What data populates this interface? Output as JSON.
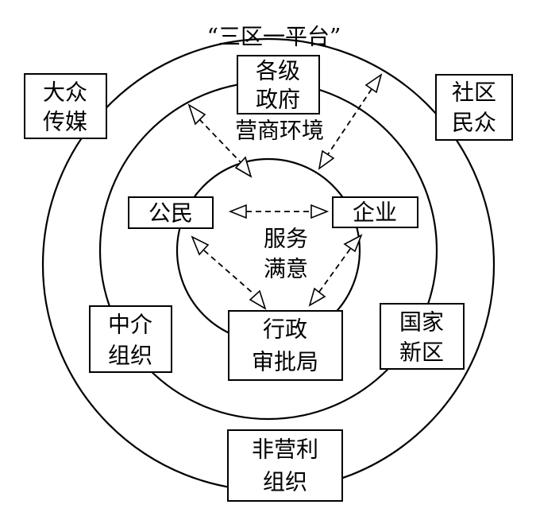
{
  "diagram": {
    "outer_label": "“三区一平台”",
    "middle_label": "营商环境",
    "inner_label_line1": "服务",
    "inner_label_line2": "满意",
    "boxes": {
      "government": {
        "line1": "各级",
        "line2": "政府"
      },
      "mass_media": {
        "line1": "大众",
        "line2": "传媒"
      },
      "community": {
        "line1": "社区",
        "line2": "民众"
      },
      "intermediary": {
        "line1": "中介",
        "line2": "组织"
      },
      "new_area": {
        "line1": "国家",
        "line2": "新区"
      },
      "nonprofit": {
        "line1": "非营利",
        "line2": "组织"
      },
      "citizen": {
        "line1": "公民"
      },
      "enterprise": {
        "line1": "企业"
      },
      "approval_bureau": {
        "line1": "行政",
        "line2": "审批局"
      }
    }
  }
}
